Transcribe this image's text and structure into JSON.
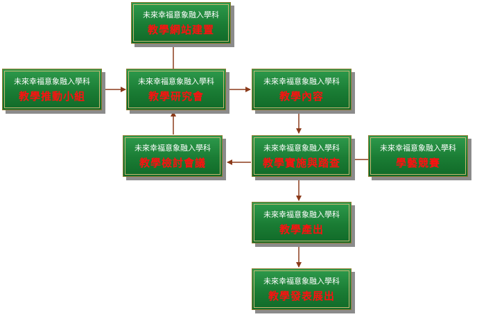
{
  "nodes": {
    "site": {
      "subtitle": "未來幸福意象融入學科",
      "label": "教學網站建置"
    },
    "steering": {
      "subtitle": "未來幸福意象融入學科",
      "label": "教學推動小組"
    },
    "research": {
      "subtitle": "未來幸福意象融入學科",
      "label": "教學研究會"
    },
    "content": {
      "subtitle": "未來幸福意象融入學科",
      "label": "教學內容"
    },
    "review": {
      "subtitle": "未來幸福意象融入學科",
      "label": "教學檢討會議"
    },
    "practice": {
      "subtitle": "未來幸福意象融入學科",
      "label": "教學實施與踏查"
    },
    "contest": {
      "subtitle": "未來幸福意象融入學科",
      "label": "學藝競賽"
    },
    "output": {
      "subtitle": "未來幸福意象融入學科",
      "label": "教學產出"
    },
    "exhibit": {
      "subtitle": "未來幸福意象融入學科",
      "label": "教學發表展出"
    }
  },
  "colors": {
    "box_fill": "#1a7c34",
    "subtitle_text": "#ffffff",
    "label_text": "#ff1010",
    "connector": "#8b3a1a",
    "shadow": "#8b8b8b"
  }
}
